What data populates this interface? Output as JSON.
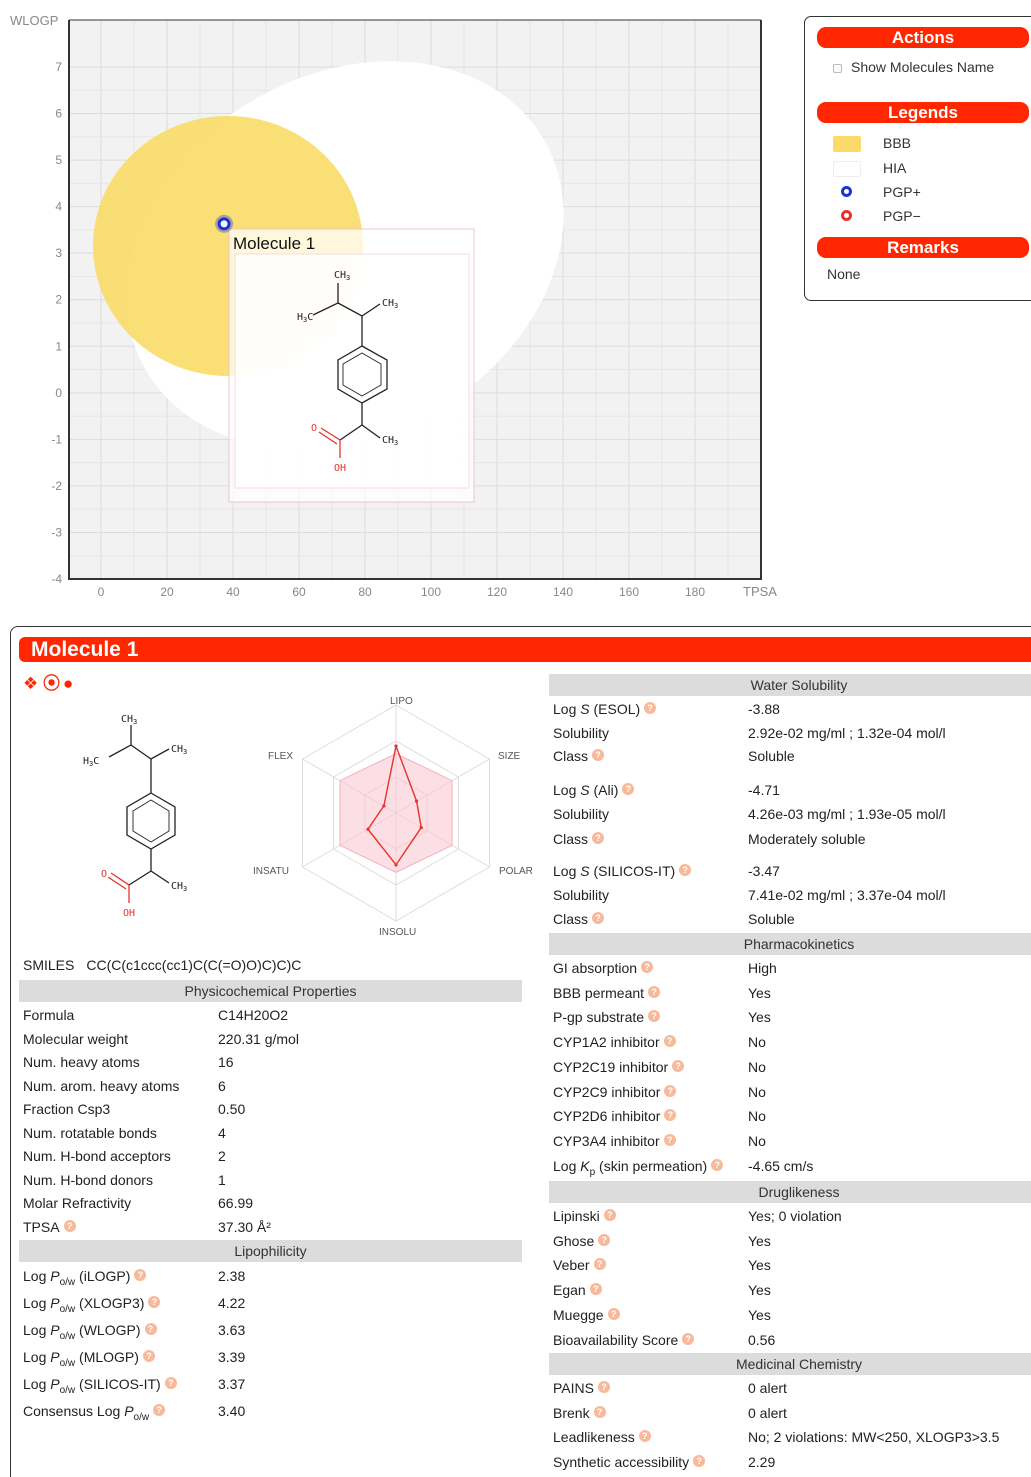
{
  "plot": {
    "y_axis_title": "WLOGP",
    "x_axis_title": "TPSA",
    "x_ticks": [
      0,
      20,
      40,
      60,
      80,
      100,
      120,
      140,
      160,
      180
    ],
    "y_ticks": [
      7,
      6,
      5,
      4,
      3,
      2,
      1,
      0,
      -1,
      -2,
      -3,
      -4
    ],
    "molecule_label": "Molecule 1",
    "molecule_point": {
      "tpsa": 37.3,
      "wlogp": 3.63,
      "class": "PGP+"
    }
  },
  "side_panel": {
    "actions_header": "Actions",
    "show_names_label": "Show Molecules Name",
    "legends_header": "Legends",
    "legend_items": [
      "BBB",
      "HIA",
      "PGP+",
      "PGP−"
    ],
    "remarks_header": "Remarks",
    "remarks_text": "None",
    "colors": {
      "bbb": "#fadb6a",
      "hia": "#ffffff",
      "pgp_plus": "#1a35d6",
      "pgp_minus": "#e8322b",
      "accent": "#ff2600"
    }
  },
  "structure_labels": {
    "ch3": "CH",
    "h3c": "H",
    "three": "3",
    "c": "C",
    "o": "O",
    "oh": "OH"
  },
  "molecule": {
    "title": "Molecule 1",
    "radar_labels": {
      "lipo": "LIPO",
      "size": "SIZE",
      "polar": "POLAR",
      "insolu": "INSOLU",
      "insatu": "INSATU",
      "flex": "FLEX"
    },
    "smiles_label": "SMILES",
    "smiles": "CC(C(c1ccc(cc1)C(C(=O)O)C)C)C",
    "physchem": {
      "header": "Physicochemical Properties",
      "rows": [
        {
          "label": "Formula",
          "value": "C14H20O2"
        },
        {
          "label": "Molecular weight",
          "value": "220.31 g/mol"
        },
        {
          "label": "Num. heavy atoms",
          "value": "16"
        },
        {
          "label": "Num. arom. heavy atoms",
          "value": "6"
        },
        {
          "label": "Fraction Csp3",
          "value": "0.50"
        },
        {
          "label": "Num. rotatable bonds",
          "value": "4"
        },
        {
          "label": "Num. H-bond acceptors",
          "value": "2"
        },
        {
          "label": "Num. H-bond donors",
          "value": "1"
        },
        {
          "label": "Molar Refractivity",
          "value": "66.99"
        },
        {
          "label": "TPSA",
          "value": "37.30 Å²"
        }
      ]
    },
    "lipophilicity": {
      "header": "Lipophilicity",
      "log": "Log",
      "p": "P",
      "ow": "o/w",
      "consensus": "Consensus Log",
      "rows": [
        {
          "method": "(iLOGP)",
          "value": "2.38"
        },
        {
          "method": "(XLOGP3)",
          "value": "4.22"
        },
        {
          "method": "(WLOGP)",
          "value": "3.63"
        },
        {
          "method": "(MLOGP)",
          "value": "3.39"
        },
        {
          "method": "(SILICOS-IT)",
          "value": "3.37"
        }
      ],
      "consensus_value": "3.40"
    },
    "water_solubility": {
      "header": "Water Solubility",
      "log": "Log",
      "s": "S",
      "solubility": "Solubility",
      "class": "Class",
      "groups": [
        {
          "method": "(ESOL)",
          "logs": "-3.88",
          "solubility": "2.92e-02 mg/ml ; 1.32e-04 mol/l",
          "class": "Soluble"
        },
        {
          "method": "(Ali)",
          "logs": "-4.71",
          "solubility": "4.26e-03 mg/ml ; 1.93e-05 mol/l",
          "class": "Moderately soluble"
        },
        {
          "method": "(SILICOS-IT)",
          "logs": "-3.47",
          "solubility": "7.41e-02 mg/ml ; 3.37e-04 mol/l",
          "class": "Soluble"
        }
      ]
    },
    "pharmacokinetics": {
      "header": "Pharmacokinetics",
      "rows": [
        {
          "label": "GI absorption",
          "value": "High"
        },
        {
          "label": "BBB permeant",
          "value": "Yes"
        },
        {
          "label": "P-gp substrate",
          "value": "Yes"
        },
        {
          "label": "CYP1A2 inhibitor",
          "value": "No"
        },
        {
          "label": "CYP2C19 inhibitor",
          "value": "No"
        },
        {
          "label": "CYP2C9 inhibitor",
          "value": "No"
        },
        {
          "label": "CYP2D6 inhibitor",
          "value": "No"
        },
        {
          "label": "CYP3A4 inhibitor",
          "value": "No"
        }
      ],
      "logkp_log": "Log",
      "logkp_k": "K",
      "logkp_sub": "p",
      "logkp_rest": "(skin permeation)",
      "logkp_value": "-4.65 cm/s"
    },
    "druglikeness": {
      "header": "Druglikeness",
      "rows": [
        {
          "label": "Lipinski",
          "value": "Yes; 0 violation"
        },
        {
          "label": "Ghose",
          "value": "Yes"
        },
        {
          "label": "Veber",
          "value": "Yes"
        },
        {
          "label": "Egan",
          "value": "Yes"
        },
        {
          "label": "Muegge",
          "value": "Yes"
        },
        {
          "label": "Bioavailability Score",
          "value": "0.56"
        }
      ]
    },
    "medicinal_chemistry": {
      "header": "Medicinal Chemistry",
      "rows": [
        {
          "label": "PAINS",
          "value": "0 alert"
        },
        {
          "label": "Brenk",
          "value": "0 alert"
        },
        {
          "label": "Leadlikeness",
          "value": "No; 2 violations: MW<250, XLOGP3>3.5"
        },
        {
          "label": "Synthetic accessibility",
          "value": "2.29"
        }
      ]
    }
  }
}
